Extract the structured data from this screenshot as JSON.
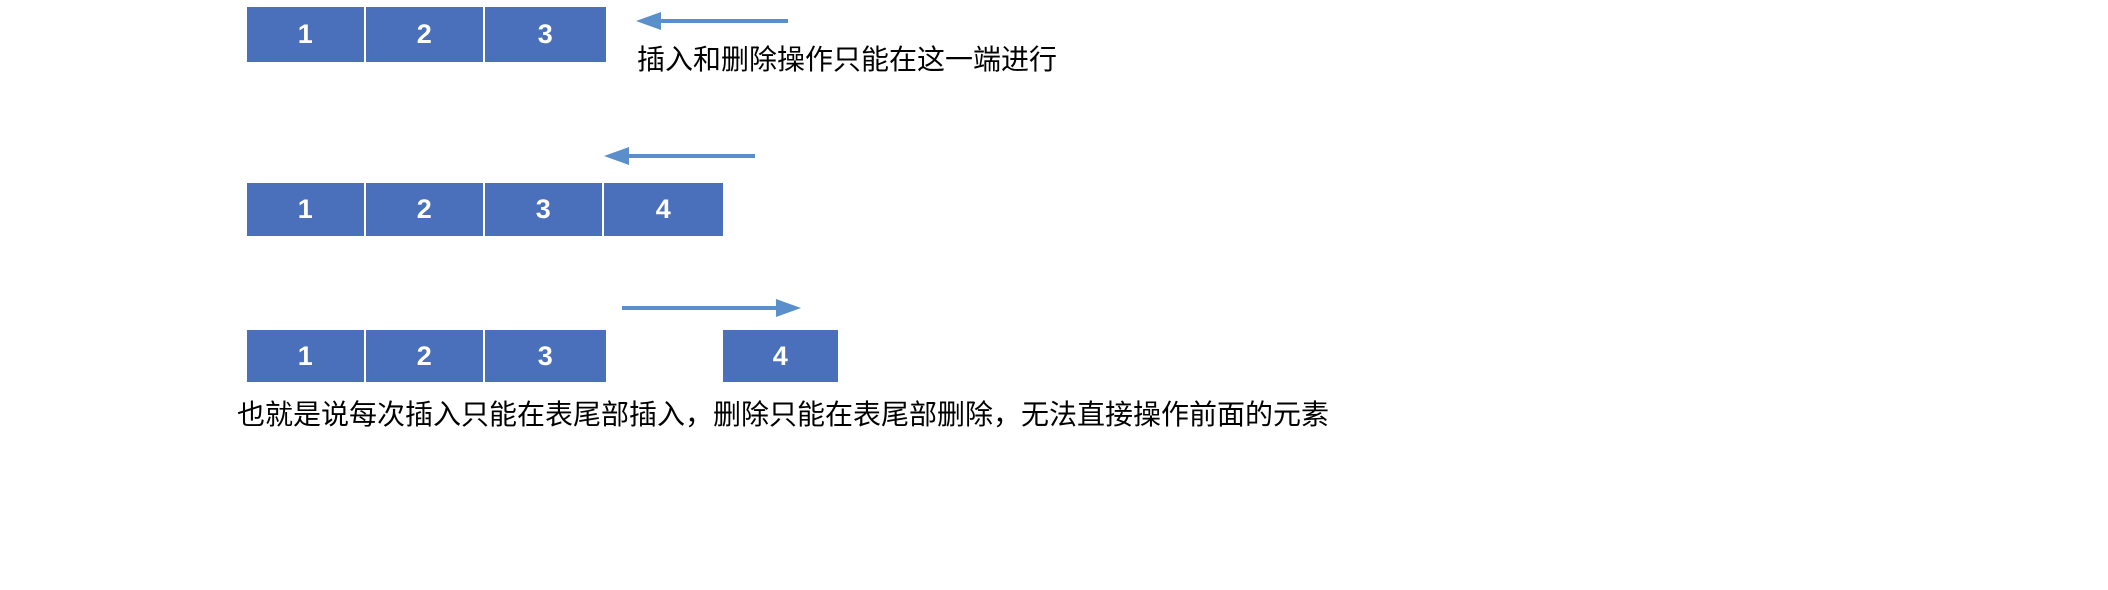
{
  "diagram": {
    "type": "stack-operations-illustration",
    "background_color": "#FFFFFF",
    "box_fill_color": "#4A6FBB",
    "box_text_color": "#FFFFFF",
    "arrow_color": "#5B8FCB",
    "text_color": "#000000",
    "rows": [
      {
        "id": "row-1",
        "name": "initial-stack",
        "cells": [
          {
            "value": "1"
          },
          {
            "value": "2"
          },
          {
            "value": "3"
          }
        ],
        "arrow": {
          "direction": "left",
          "name": "top-end-arrow"
        },
        "caption": "插入和删除操作只能在这一端进行"
      },
      {
        "id": "row-2",
        "name": "push-operation",
        "cells": [
          {
            "value": "1"
          },
          {
            "value": "2"
          },
          {
            "value": "3"
          },
          {
            "value": "4"
          }
        ],
        "arrow": {
          "direction": "left",
          "name": "push-arrow"
        },
        "caption": ""
      },
      {
        "id": "row-3",
        "name": "pop-operation",
        "cells": [
          {
            "value": "1"
          },
          {
            "value": "2"
          },
          {
            "value": "3"
          }
        ],
        "detached_cell": {
          "value": "4"
        },
        "arrow": {
          "direction": "right",
          "name": "pop-arrow"
        },
        "caption": ""
      }
    ],
    "footer_caption": "也就是说每次插入只能在表尾部插入，删除只能在表尾部删除，无法直接操作前面的元素"
  }
}
